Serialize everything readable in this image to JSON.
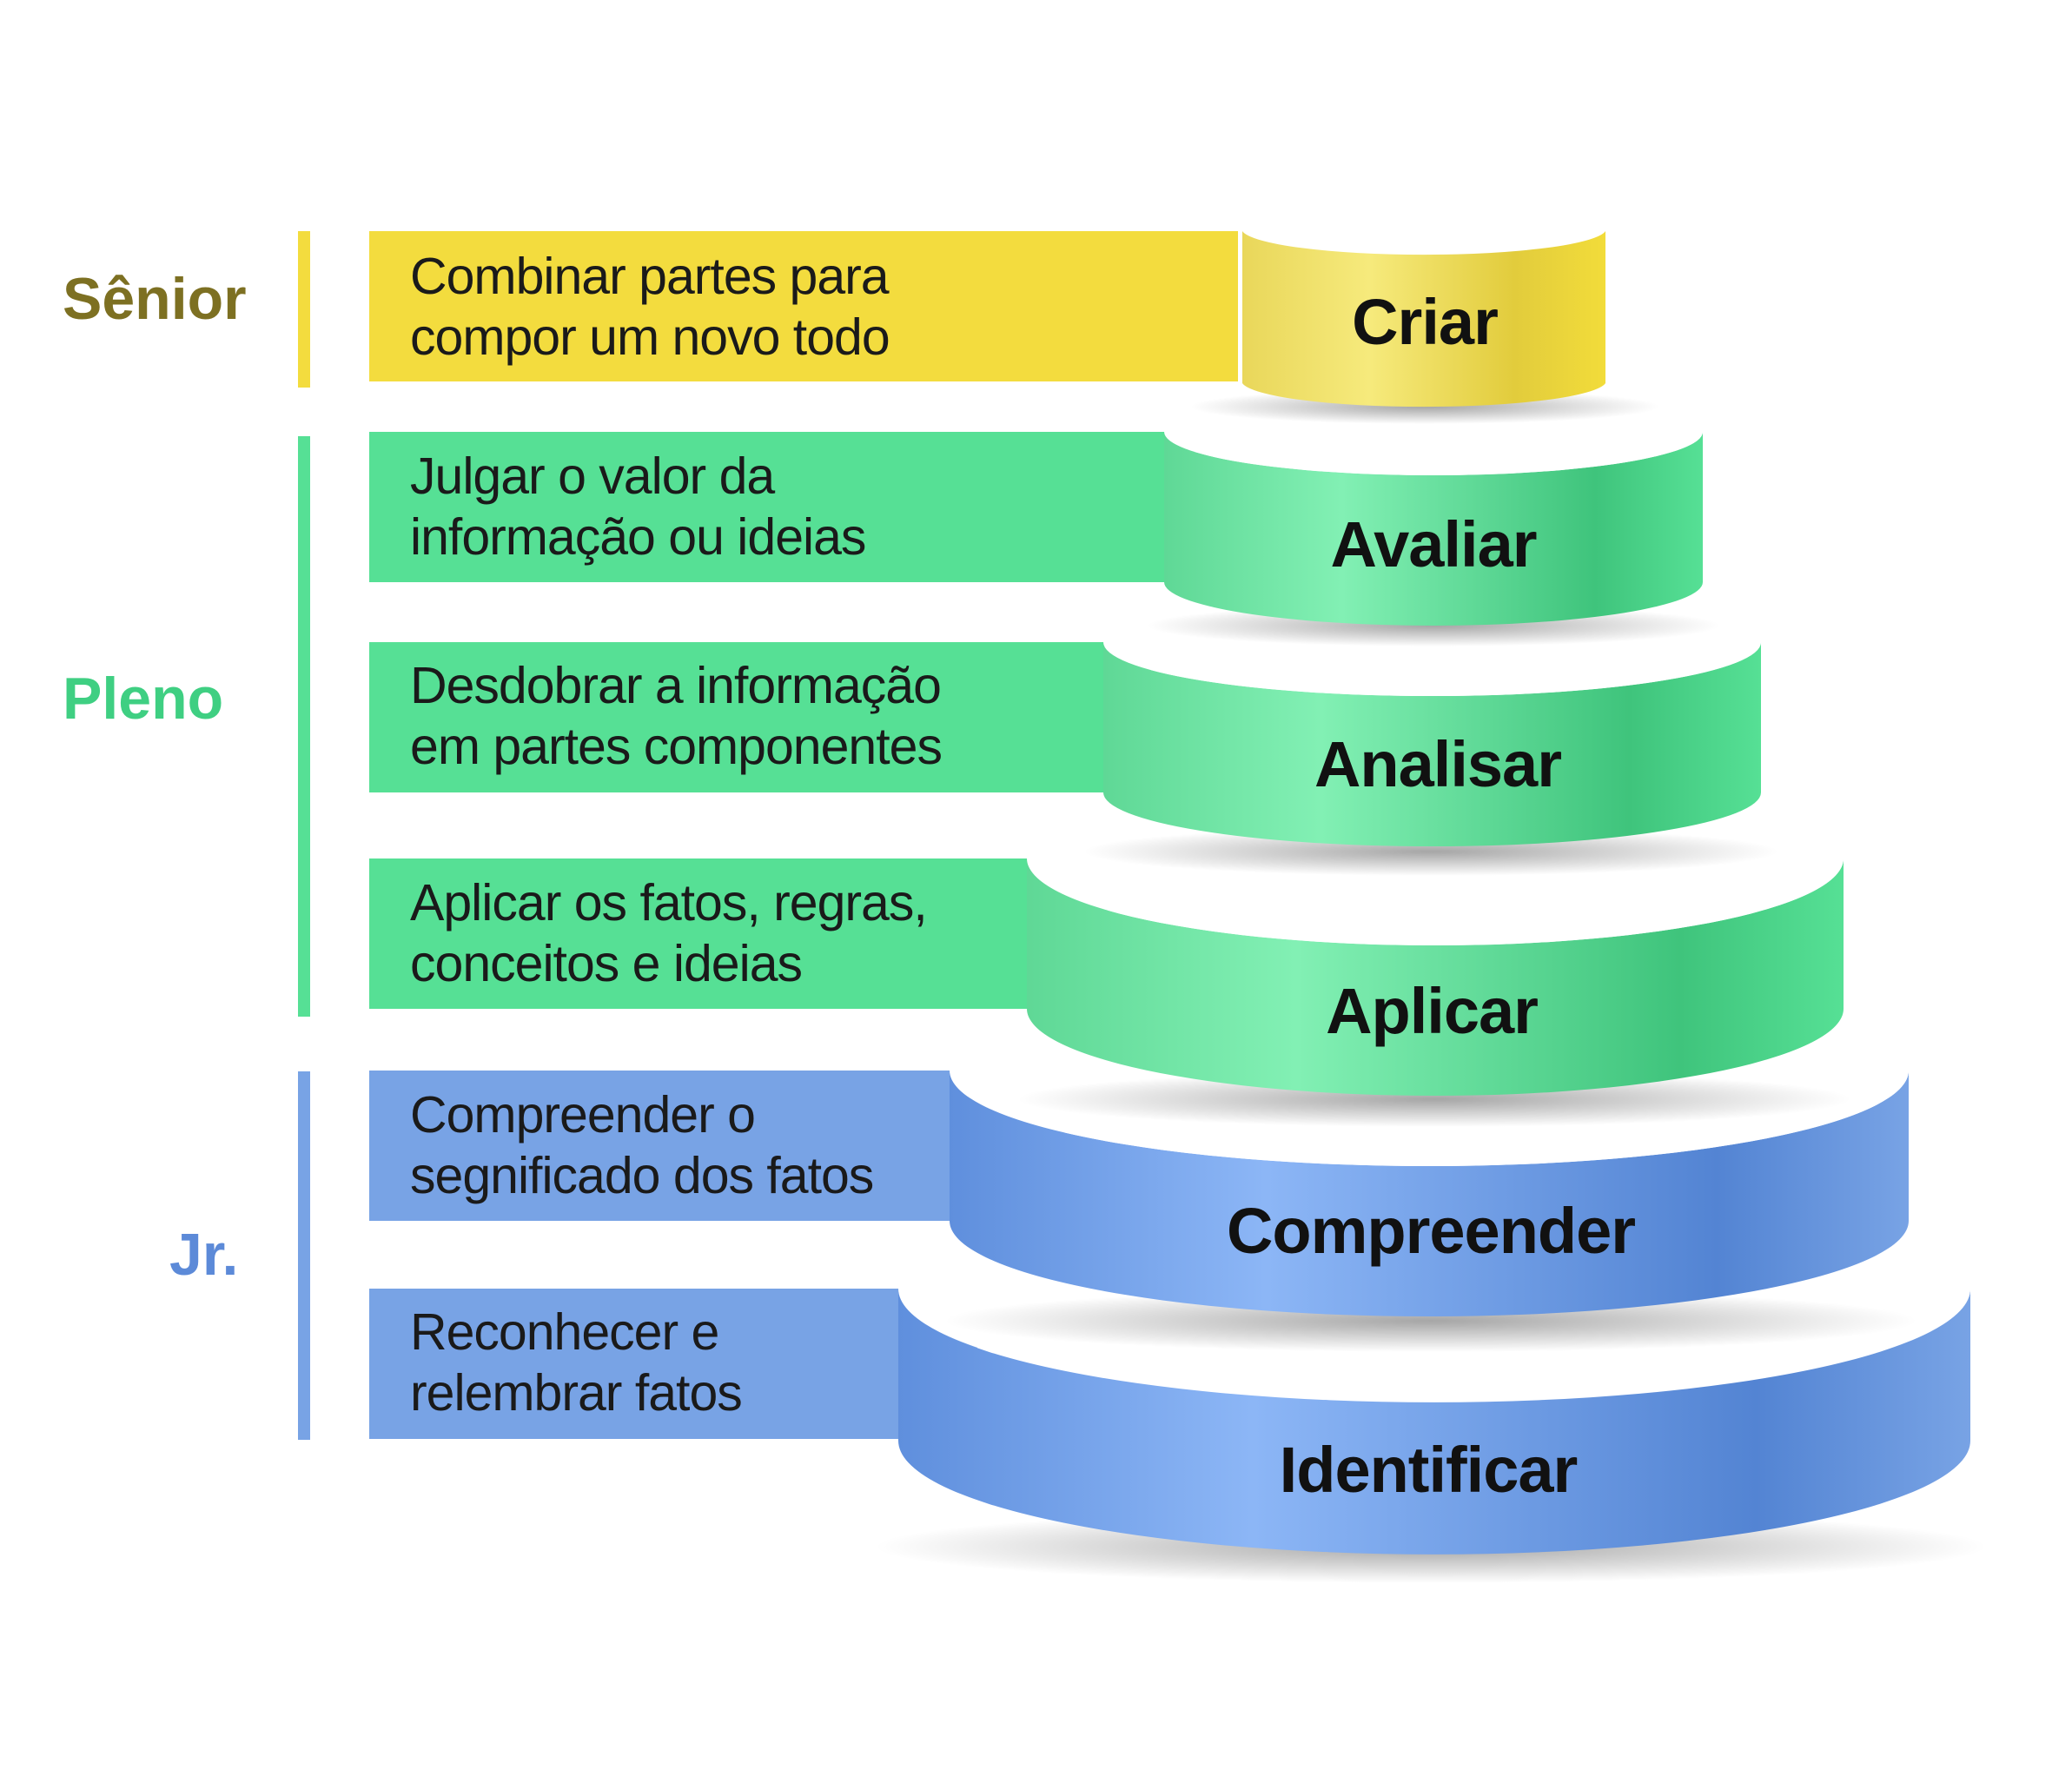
{
  "colors": {
    "senior": "#f3dc3e",
    "senior_text": "#7d7022",
    "pleno": "#56e095",
    "pleno_text": "#3fcf82",
    "jr": "#78a3e5",
    "jr_text": "#5c8ad8"
  },
  "levels": {
    "senior": "Sênior",
    "pleno": "Pleno",
    "jr": "Jr."
  },
  "tiers": [
    {
      "name": "Criar",
      "level": "senior",
      "desc": [
        "Combinar partes para",
        "compor um novo todo"
      ]
    },
    {
      "name": "Avaliar",
      "level": "pleno",
      "desc": [
        "Julgar o valor da",
        "informação ou ideias"
      ]
    },
    {
      "name": "Analisar",
      "level": "pleno",
      "desc": [
        "Desdobrar a informação",
        "em partes componentes"
      ]
    },
    {
      "name": "Aplicar",
      "level": "pleno",
      "desc": [
        "Aplicar os fatos, regras,",
        "conceitos e ideias"
      ]
    },
    {
      "name": "Compreender",
      "level": "jr",
      "desc": [
        "Compreender o",
        "segnificado dos fatos"
      ]
    },
    {
      "name": "Identificar",
      "level": "jr",
      "desc": [
        "Reconhecer e",
        "relembrar fatos"
      ]
    }
  ]
}
